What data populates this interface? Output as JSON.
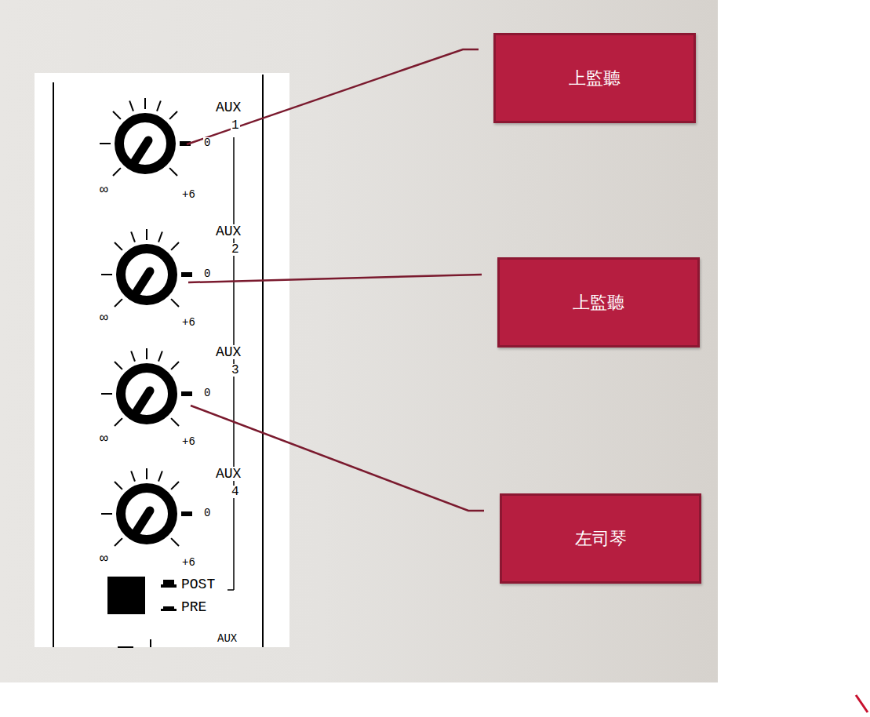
{
  "diagram": {
    "nodes": [
      {
        "text": [
          "上監聽"
        ]
      },
      {
        "text": [
          "上監聽"
        ]
      },
      {
        "text": [
          "左司琴"
        ]
      }
    ],
    "labels": [
      "AUX",
      "1",
      "0",
      "∞",
      "+6",
      "AUX",
      "2",
      "0",
      "∞",
      "+6",
      "AUX",
      "3",
      "0",
      "∞",
      "+6",
      "AUX",
      "4",
      "0",
      "∞",
      "+6",
      "POST",
      "PRE",
      "AUX"
    ]
  }
}
